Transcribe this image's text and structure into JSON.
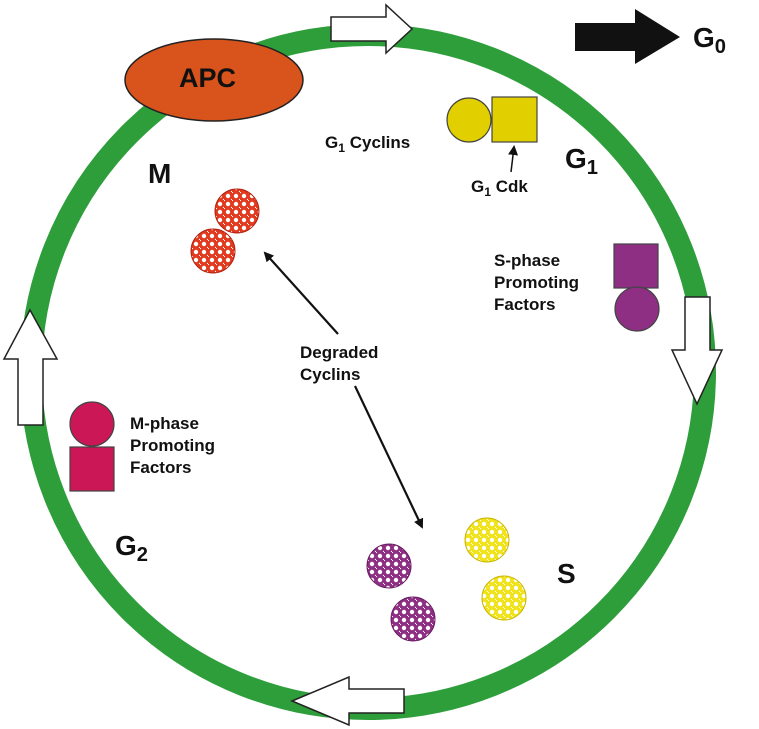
{
  "colors": {
    "cycle_ring": "#2E9E3B",
    "apc": "#D9541C",
    "g1": "#E2CF00",
    "s_phase": "#8E2F84",
    "m_phase": "#CC1757",
    "degraded_m": "#E23A1E",
    "degraded_s_purple": "#8E2F84",
    "degraded_s_yellow": "#F1E31A",
    "g0_arrow": "#111111"
  },
  "labels": {
    "apc": "APC",
    "m_phase": "M",
    "g1_main": "G",
    "g1_main_sub": "1",
    "g0_main": "G",
    "g0_main_sub": "0",
    "g2_main": "G",
    "g2_main_sub": "2",
    "s_main": "S",
    "g1_cyclins_g": "G",
    "g1_cyclins_sub": "1",
    "g1_cyclins_text": " Cyclins",
    "g1_cdk_g": "G",
    "g1_cdk_sub": "1",
    "g1_cdk_text": " Cdk",
    "s_factors_1": "S-phase",
    "s_factors_2": "Promoting",
    "s_factors_3": "Factors",
    "m_factors_1": "M-phase",
    "m_factors_2": "Promoting",
    "m_factors_3": "Factors",
    "degraded_1": "Degraded",
    "degraded_2": "Cyclins"
  },
  "icons": [
    "cycle-ring",
    "direction-arrow",
    "g0-exit-arrow",
    "cyclin-circle",
    "cdk-square",
    "degraded-cyclin-ball",
    "pointer-arrow"
  ]
}
